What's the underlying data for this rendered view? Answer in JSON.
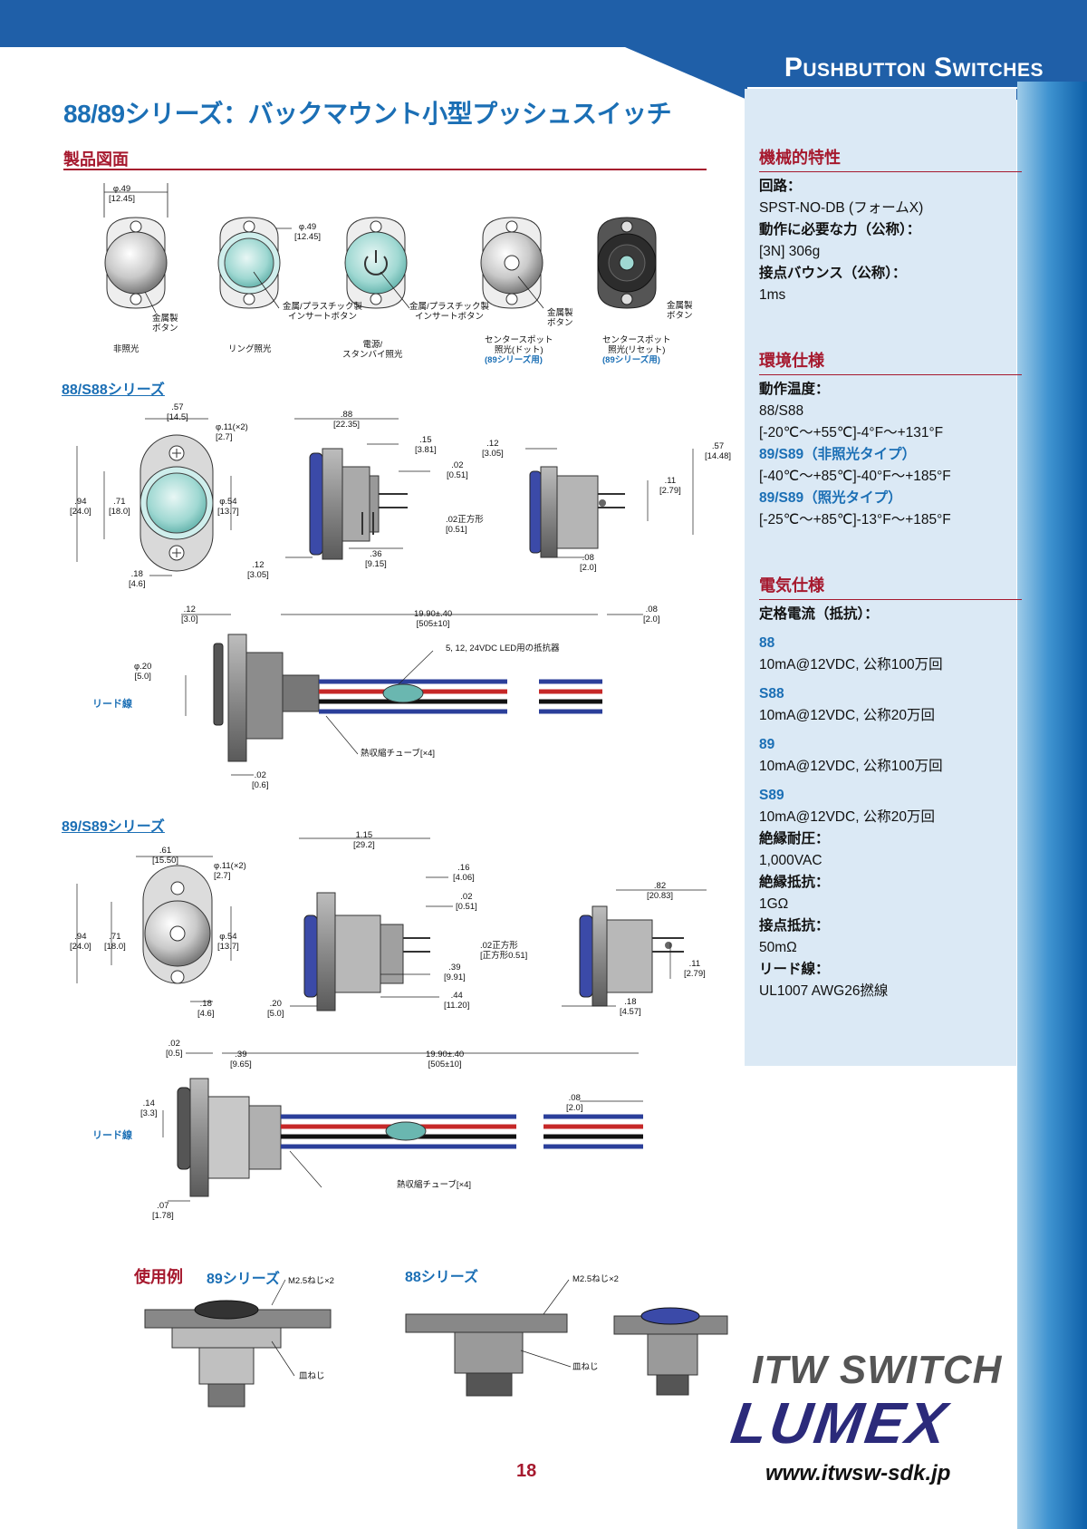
{
  "header": {
    "category": "Pushbutton Switches",
    "title": "88/89シリーズ：バックマウント小型プッシュスイッチ"
  },
  "drawings": {
    "section_title": "製品図面",
    "top_row": {
      "dim1": "φ.49\n[12.45]",
      "dim2": "φ.49\n[12.45]",
      "metal_button_1": "金属製\nボタン",
      "insert_button_1": "金属/プラスチック製\nインサートボタン",
      "insert_button_2": "金属/プラスチック製\nインサートボタン",
      "metal_button_2": "金属製\nボタン",
      "metal_button_3": "金属製\nボタン",
      "cap_non_illum": "非照光",
      "cap_ring": "リング照光",
      "cap_power": "電源/\nスタンバイ照光",
      "cap_dot": "センタースポット\n照光(ドット)",
      "cap_dot_note": "(89シリーズ用)",
      "cap_reset": "センタースポット\n照光(リセット)",
      "cap_reset_note": "(89シリーズ用)"
    },
    "s88": {
      "title": "88/S88シリーズ",
      "d_57": ".57\n[14.5]",
      "d_hole": "φ.11(×2)\n[2.7]",
      "d_94": ".94\n[24.0]",
      "d_71": ".71\n[18.0]",
      "d_54": "φ.54\n[13.7]",
      "d_18": ".18\n[4.6]",
      "d_88": ".88\n[22.35]",
      "d_15": ".15\n[3.81]",
      "d_02": ".02\n[0.51]",
      "d_02sq": ".02正方形\n[0.51]",
      "d_36": ".36\n[9.15]",
      "d_12a": ".12\n[3.05]",
      "d_12b": ".12\n[3.05]",
      "d_57b": ".57\n[14.48]",
      "d_11": ".11\n[2.79]",
      "d_08": ".08\n[2.0]",
      "lead_12": ".12\n[3.0]",
      "lead_len": "19.90±.40\n[505±10]",
      "lead_08": ".08\n[2.0]",
      "lead_20": "φ.20\n[5.0]",
      "lead_resistor": "5, 12, 24VDC LED用の抵抗器",
      "lead_label": "リード線",
      "lead_tube": "熱収縮チューブ[×4]",
      "lead_02": ".02\n[0.6]"
    },
    "s89": {
      "title": "89/S89シリーズ",
      "d_61": ".61\n[15.50]",
      "d_hole": "φ.11(×2)\n[2.7]",
      "d_94": ".94\n[24.0]",
      "d_71": ".71\n[18.0]",
      "d_54": "φ.54\n[13.7]",
      "d_18": ".18\n[4.6]",
      "d_115": "1.15\n[29.2]",
      "d_16": ".16\n[4.06]",
      "d_02": ".02\n[0.51]",
      "d_02sq": ".02正方形\n[正方形0.51]",
      "d_39": ".39\n[9.91]",
      "d_44": ".44\n[11.20]",
      "d_20": ".20\n[5.0]",
      "d_82": ".82\n[20.83]",
      "d_11": ".11\n[2.79]",
      "d_18b": ".18\n[4.57]",
      "lead_02": ".02\n[0.5]",
      "lead_39": ".39\n[9.65]",
      "lead_len": "19.90±.40\n[505±10]",
      "lead_14": ".14\n[3.3]",
      "lead_08": ".08\n[2.0]",
      "lead_label": "リード線",
      "lead_tube": "熱収縮チューブ[×4]",
      "lead_07": ".07\n[1.78]"
    },
    "usage": {
      "title": "使用例",
      "s89": "89シリーズ",
      "s88": "88シリーズ",
      "screw1": "M2.5ねじ×2",
      "screw2": "M2.5ねじ×2",
      "flat1": "皿ねじ",
      "flat2": "皿ねじ"
    }
  },
  "sidebar": {
    "mechanical": {
      "title": "機械的特性",
      "circuit_label": "回路：",
      "circuit": "SPST-NO-DB (フォームX)",
      "force_label": "動作に必要な力（公称）：",
      "force": "[3N] 306g",
      "bounce_label": "接点バウンス（公称）：",
      "bounce": "1ms"
    },
    "environmental": {
      "title": "環境仕様",
      "temp_label": "動作温度：",
      "s88_name": "88/S88",
      "s88_range": "[-20℃～+55℃]-4°F～+131°F",
      "s89n_name": "89/S89（非照光タイプ）",
      "s89n_range": "[-40℃～+85℃]-40°F～+185°F",
      "s89i_name": "89/S89（照光タイプ）",
      "s89i_range": "[-25℃～+85℃]-13°F～+185°F"
    },
    "electrical": {
      "title": "電気仕様",
      "rating_label": "定格電流（抵抗）：",
      "m88": "88",
      "m88_val": "10mA@12VDC, 公称100万回",
      "ms88": "S88",
      "ms88_val": "10mA@12VDC, 公称20万回",
      "m89": "89",
      "m89_val": "10mA@12VDC, 公称100万回",
      "ms89": "S89",
      "ms89_val": "10mA@12VDC, 公称20万回",
      "dielectric_label": "絶縁耐圧：",
      "dielectric": "1,000VAC",
      "insulation_label": "絶縁抵抗：",
      "insulation": "1GΩ",
      "contact_label": "接点抵抗：",
      "contact": "50mΩ",
      "lead_label": "リード線：",
      "lead": "UL1007 AWG26撚線"
    }
  },
  "footer": {
    "page_number": "18",
    "logo_top": "ITW SWITCH",
    "logo_bottom": "LUMEX",
    "website": "www.itwsw-sdk.jp"
  },
  "colors": {
    "blue": "#1b6fb5",
    "banner_blue": "#1f5fa8",
    "red": "#a6192e",
    "wire_blue": "#2b3f9a",
    "wire_red": "#c62828",
    "lens": "#b6e2de"
  }
}
